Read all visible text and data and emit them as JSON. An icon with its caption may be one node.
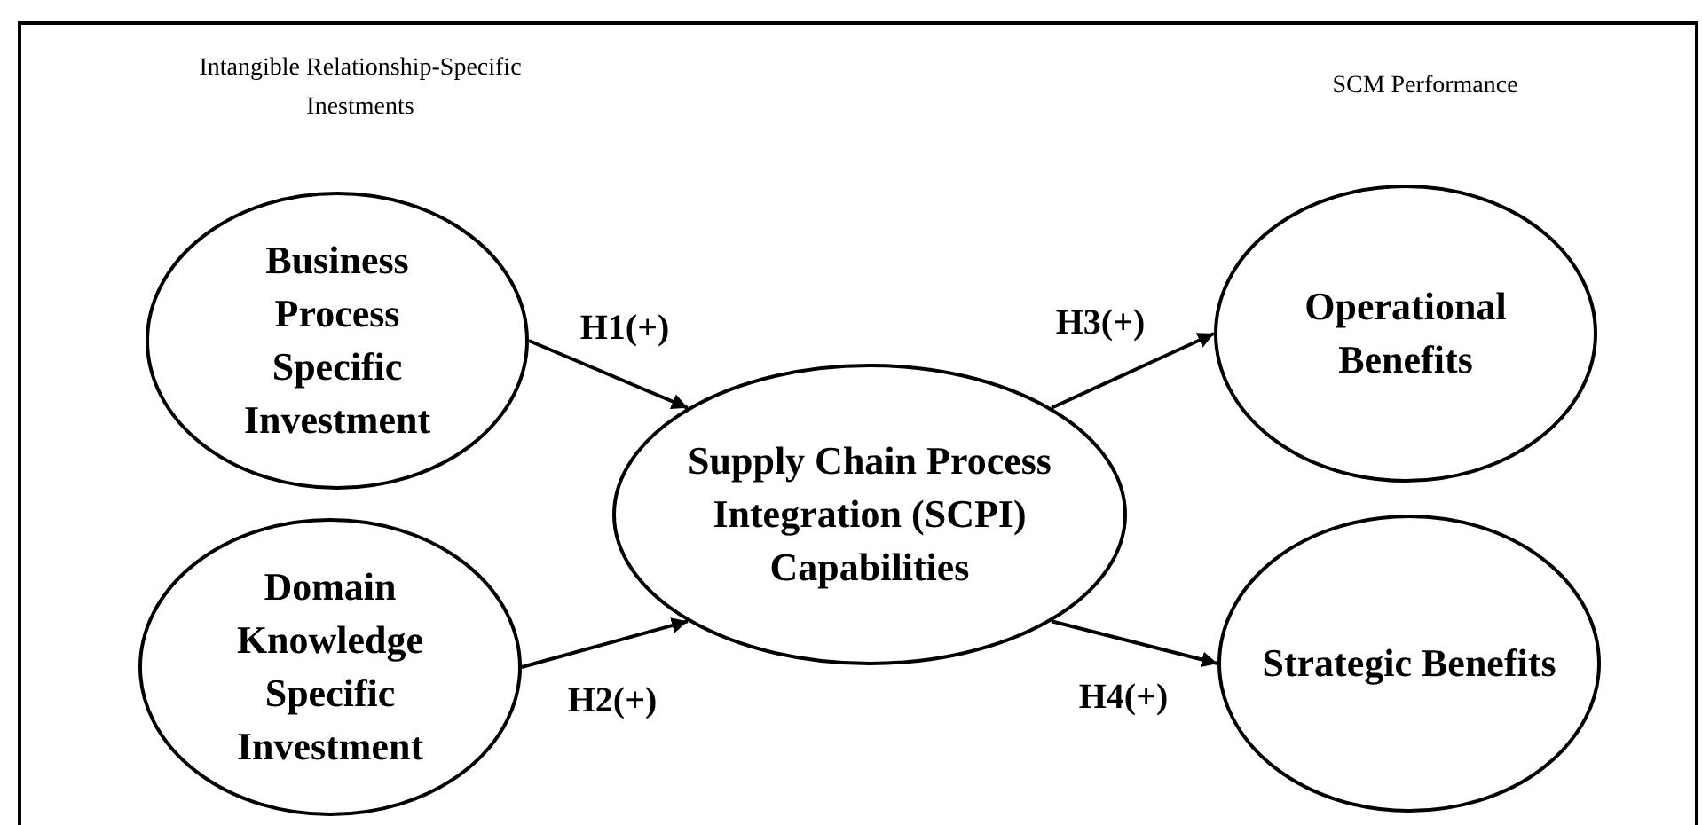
{
  "diagram": {
    "nodes": [
      {
        "text": [
          "Business Process Specific Investment"
        ]
      },
      {
        "text": [
          "Domain Knowledge Specific Investment"
        ]
      },
      {
        "text": [
          "Supply Chain Process Integration (SCPI) Capabilities"
        ]
      },
      {
        "text": [
          "Operational Benefits"
        ]
      },
      {
        "text": [
          "Strategic Benefits"
        ]
      }
    ],
    "edges": [
      {
        "from": 0,
        "to": 2,
        "arrow": "to",
        "label": "H1(+)"
      },
      {
        "from": 1,
        "to": 2,
        "arrow": "to",
        "label": "H2(+)"
      },
      {
        "from": 2,
        "to": 3,
        "arrow": "to",
        "label": "H3(+)"
      },
      {
        "from": 2,
        "to": 4,
        "arrow": "to",
        "label": "H4(+)"
      }
    ],
    "labels": [
      "Intangible Relationship-Specific Inestments",
      "SCM Performance"
    ]
  }
}
